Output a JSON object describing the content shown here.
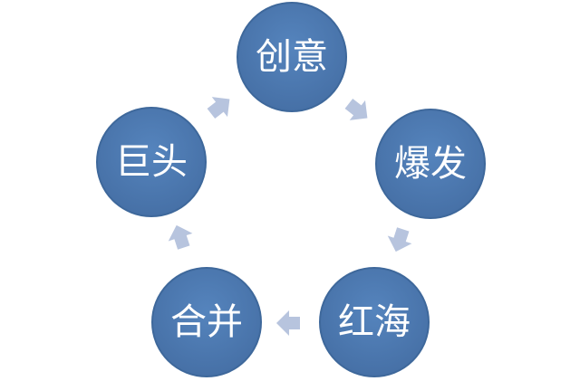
{
  "diagram": {
    "type": "cycle",
    "colors": {
      "node_fill": "#4a76ac",
      "node_stroke": "#3e689b",
      "arrow_fill": "#b7c4de"
    },
    "nodes": [
      {
        "label": "创意"
      },
      {
        "label": "爆发"
      },
      {
        "label": "红海"
      },
      {
        "label": "合并"
      },
      {
        "label": "巨头"
      }
    ],
    "flow": [
      {
        "from": "创意",
        "to": "爆发"
      },
      {
        "from": "爆发",
        "to": "红海"
      },
      {
        "from": "红海",
        "to": "合并"
      },
      {
        "from": "合并",
        "to": "巨头"
      },
      {
        "from": "巨头",
        "to": "创意"
      }
    ]
  }
}
